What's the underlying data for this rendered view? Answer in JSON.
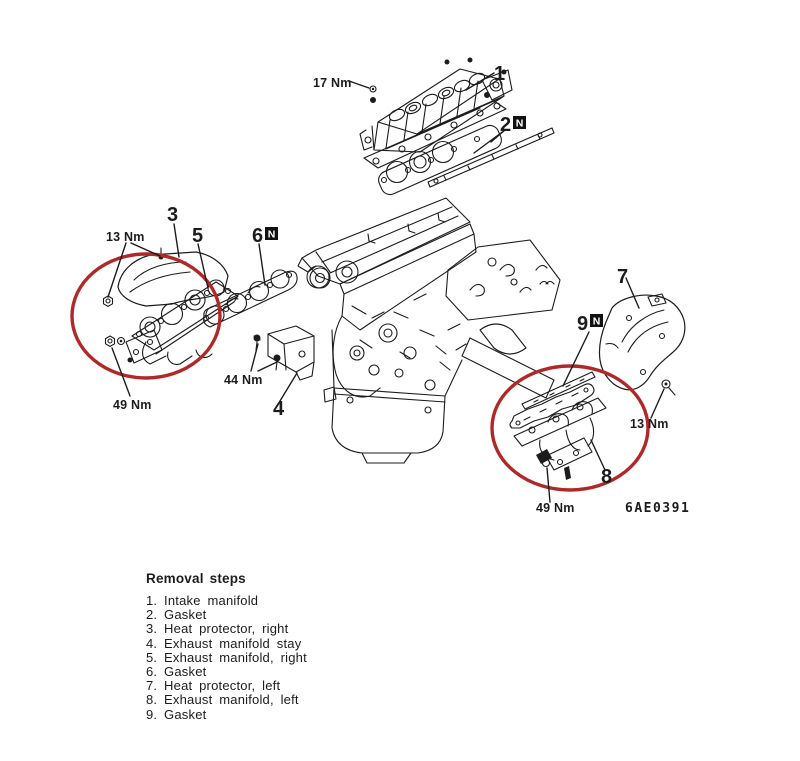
{
  "figure": {
    "code": "6AE0391",
    "line_color": "#1c1c1c",
    "highlight_color": "#b02828",
    "background": "#ffffff"
  },
  "labels": {
    "part_1": "1",
    "part_2": "2",
    "part_3": "3",
    "part_4": "4",
    "part_5": "5",
    "part_6": "6",
    "part_7": "7",
    "part_8": "8",
    "part_9": "9",
    "n_marker": "N",
    "torque_intake": "17 Nm",
    "torque_13_left": "13 Nm",
    "torque_44_stay": "44 Nm",
    "torque_49_left": "49 Nm",
    "torque_13_right": "13 Nm",
    "torque_49_right": "49 Nm"
  },
  "removal_steps": {
    "title": "Removal steps",
    "items": [
      "1. Intake manifold",
      "2. Gasket",
      "3. Heat protector, right",
      "4. Exhaust manifold stay",
      "5. Exhaust manifold, right",
      "6. Gasket",
      "7. Heat protector, left",
      "8. Exhaust manifold, left",
      "9. Gasket"
    ]
  }
}
